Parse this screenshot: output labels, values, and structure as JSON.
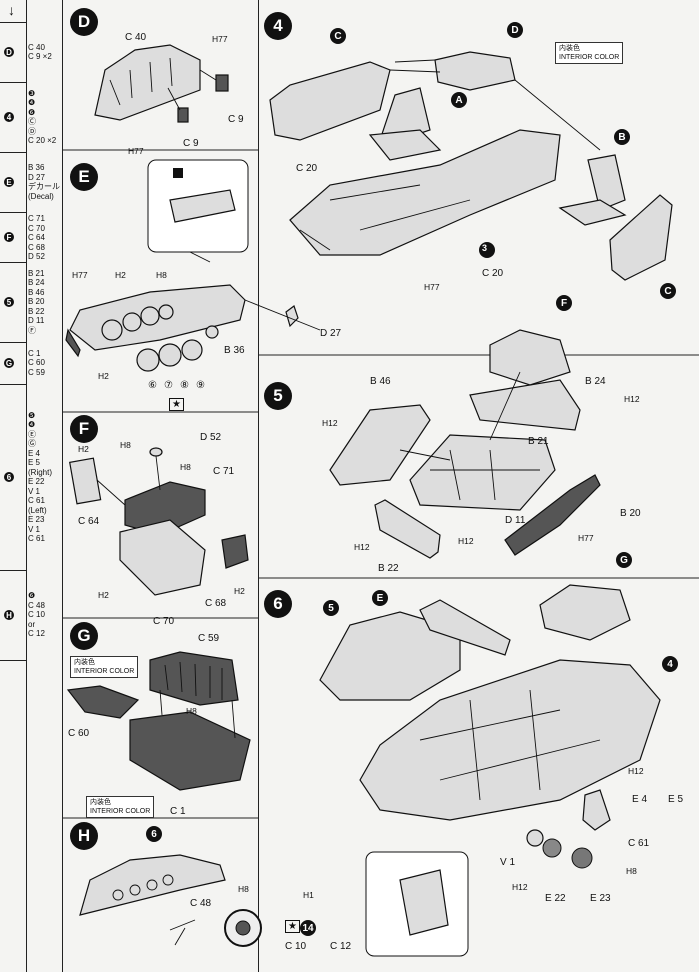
{
  "sidebar": {
    "header_arrow": "↓",
    "groups": [
      {
        "key": "D",
        "lines": [
          "C 40",
          "C 9 ×2"
        ]
      },
      {
        "key": "4",
        "lines": [
          "❸",
          "❹",
          "❻",
          "Ⓒ",
          "Ⓓ",
          "C 20 ×2"
        ]
      },
      {
        "key": "E",
        "lines": [
          "B 36",
          "D 27",
          "デカール",
          "(Decal)"
        ]
      },
      {
        "key": "F",
        "lines": [
          "C 71",
          "C 70",
          "C 64",
          "C 68",
          "D 52"
        ]
      },
      {
        "key": "5",
        "lines": [
          "B 21",
          "B 24",
          "B 46",
          "B 20",
          "B 22",
          "D 11",
          "Ⓕ"
        ]
      },
      {
        "key": "G",
        "lines": [
          "C 1",
          "C 60",
          "C 59"
        ]
      },
      {
        "key": "6",
        "lines": [
          "❺",
          "❹",
          "Ⓔ",
          "Ⓖ",
          "E 4",
          "E 5",
          "(Right)",
          "E 22",
          "V 1",
          "C 61",
          "(Left)",
          "E 23",
          "V 1",
          "C 61"
        ]
      },
      {
        "key": "H",
        "lines": [
          "❻",
          "C 48",
          "C 10",
          "or",
          "C 12"
        ]
      }
    ]
  },
  "steps": {
    "D": {
      "label": "D",
      "parts": [
        "C 40",
        "H77",
        "C 9",
        "C 9",
        "H77"
      ]
    },
    "E": {
      "label": "E",
      "parts": [
        "H77",
        "H2",
        "H8",
        "B 36",
        "D 27",
        "H2",
        "⑥",
        "⑦",
        "⑧",
        "⑨",
        "★"
      ]
    },
    "F": {
      "label": "F",
      "parts": [
        "H8",
        "D 52",
        "H2",
        "H8",
        "C 71",
        "C 64",
        "H2",
        "C 70",
        "C 68",
        "H2"
      ]
    },
    "G": {
      "label": "G",
      "parts": [
        "C 59",
        "H8",
        "C 60",
        "C 1"
      ],
      "color_label_1": "内装色\nINTERIOR COLOR",
      "color_label_2": "内装色\nINTERIOR COLOR"
    },
    "H": {
      "label": "H",
      "parts": [
        "6",
        "H8",
        "H1",
        "C 48",
        "★",
        "14",
        "C 10",
        "C 12"
      ]
    },
    "4": {
      "label": "4",
      "parts": [
        "C",
        "D",
        "A",
        "B",
        "C",
        "C 20",
        "3",
        "C 20",
        "H77"
      ],
      "color_label": "内装色\nINTERIOR COLOR"
    },
    "5": {
      "label": "5",
      "parts": [
        "F",
        "B 46",
        "B 24",
        "H12",
        "H12",
        "B 21",
        "D 11",
        "B 20",
        "H12",
        "H12",
        "B 22",
        "H77"
      ]
    },
    "6": {
      "label": "6",
      "parts": [
        "5",
        "E",
        "G",
        "4",
        "H12",
        "E 4",
        "E 5",
        "C 61",
        "H8",
        "V 1",
        "H12",
        "E 22",
        "E 23"
      ]
    }
  }
}
